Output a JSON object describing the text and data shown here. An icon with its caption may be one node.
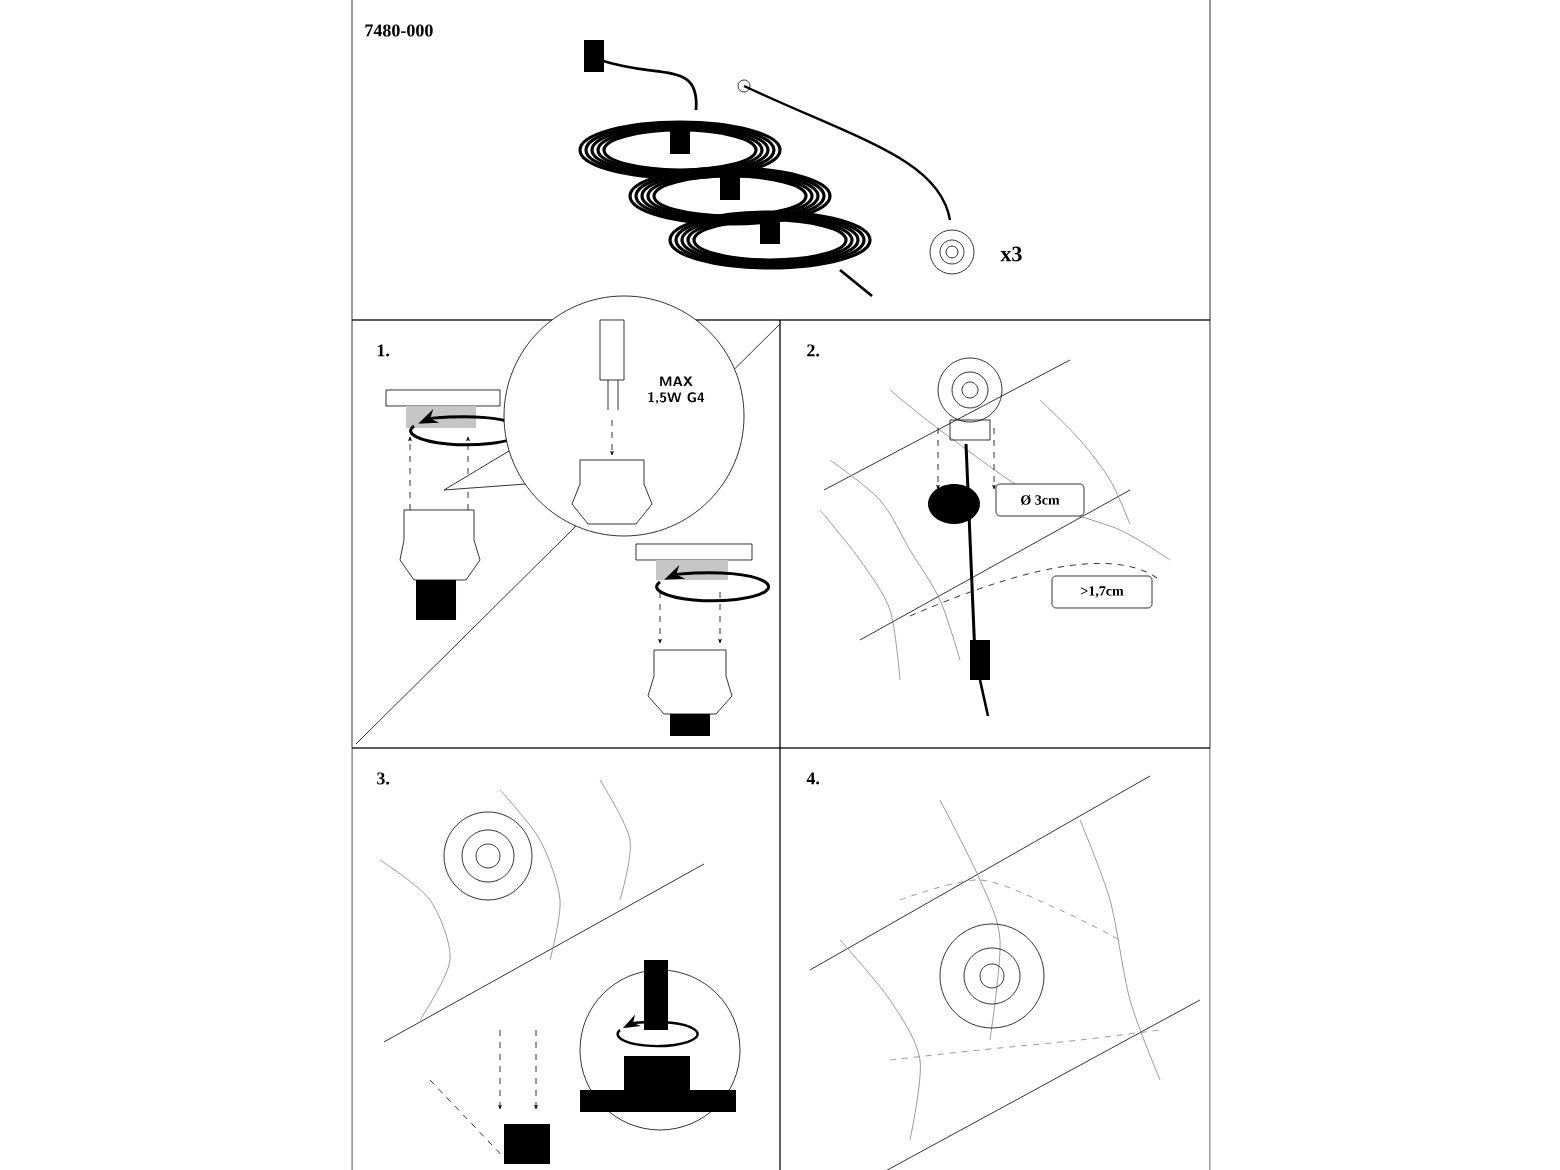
{
  "diagram": {
    "nodes": [
      {
        "text": [
          "7480-000"
        ]
      },
      {
        "text": [
          "1."
        ]
      },
      {
        "text": [
          "MAX 1,5W G4"
        ]
      },
      {
        "text": [
          "2."
        ]
      },
      {
        "text": [
          "Ø 3cm"
        ],
        "in": 3
      },
      {
        "text": [
          ">1,7cm"
        ],
        "in": 3
      },
      {
        "text": [
          "3."
        ]
      },
      {
        "text": [
          "4."
        ]
      }
    ],
    "labels": [
      "x3"
    ]
  }
}
